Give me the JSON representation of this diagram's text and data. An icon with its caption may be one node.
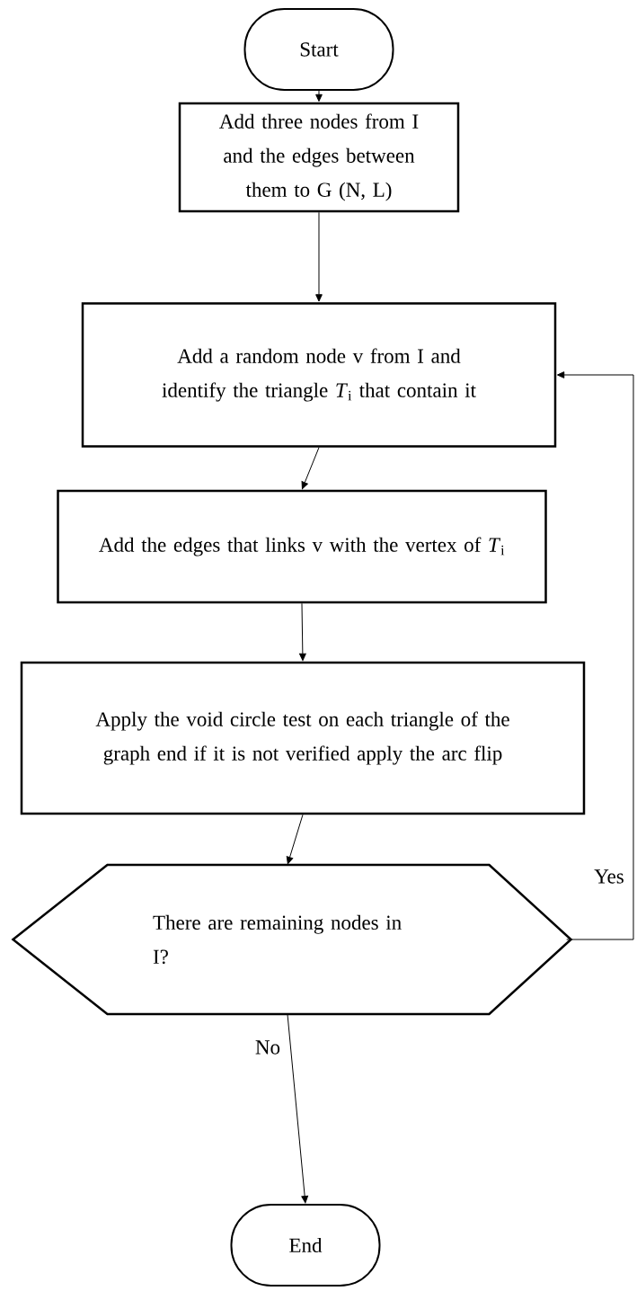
{
  "diagram": {
    "nodes": [
      {
        "text": [
          "Start"
        ]
      },
      {
        "text": [
          "Add three nodes from I and the edges between them to G (N, L)"
        ]
      },
      {
        "text": [
          "Add a random node v from I and identify the triangle *T*$_{i}$ that contain it"
        ]
      },
      {
        "text": [
          "Add the edges that links v with the vertex of *T*$_{i}$"
        ]
      },
      {
        "text": [
          "Apply the void circle test on each triangle of the graph end if it is not verified apply the arc flip"
        ]
      },
      {
        "text": [
          "There are remaining nodes in I?"
        ]
      },
      {
        "text": [
          "End"
        ]
      }
    ],
    "edges": [
      {
        "from": 0,
        "to": 1,
        "arrow": "to"
      },
      {
        "from": 1,
        "to": 2,
        "arrow": "to"
      },
      {
        "from": 2,
        "to": 3,
        "arrow": "to"
      },
      {
        "from": 3,
        "to": 4,
        "arrow": "to"
      },
      {
        "from": 4,
        "to": 5,
        "arrow": "to"
      },
      {
        "from": 5,
        "to": 2,
        "arrow": "to",
        "label": "Yes"
      },
      {
        "from": 5,
        "to": 6,
        "arrow": "to",
        "label": "No"
      }
    ]
  }
}
